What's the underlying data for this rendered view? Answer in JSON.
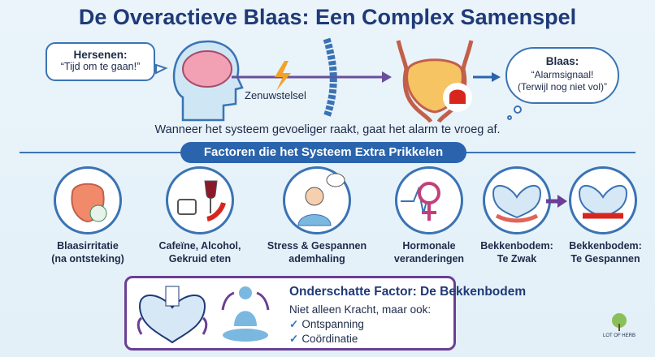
{
  "title": "De Overactieve Blaas: Een Complex Samenspel",
  "brain_bubble": {
    "heading": "Hersenen:",
    "text": "“Tijd om te gaan!”"
  },
  "nerve_label": "Zenuwstelsel",
  "bladder_bubble": {
    "heading": "Blaas:",
    "line1": "“Alarmsignaal!",
    "line2": "(Terwijl nog niet vol)”"
  },
  "caption": "Wanneer het systeem gevoeliger raakt, gaat het alarm te vroeg af.",
  "factors_heading": "Factoren die het Systeem Extra Prikkelen",
  "factors": [
    {
      "line1": "Blaasirritatie",
      "line2": "(na ontsteking)",
      "icon": "irritated-bladder-icon"
    },
    {
      "line1": "Cafeïne, Alcohol,",
      "line2": "Gekruid eten",
      "icon": "coffee-wine-pepper-icon"
    },
    {
      "line1": "Stress & Gespannen",
      "line2": "ademhaling",
      "icon": "stressed-person-icon"
    },
    {
      "line1": "Hormonale",
      "line2": "veranderingen",
      "icon": "female-hormone-icon"
    },
    {
      "line1": "Bekkenbodem:",
      "line2": "Te Zwak",
      "icon": "pelvis-weak-icon"
    },
    {
      "line1": "Bekkenbodem:",
      "line2": "Te Gespannen",
      "icon": "pelvis-tense-icon"
    }
  ],
  "box": {
    "heading": "Onderschatte Factor: De Bekkenbodem",
    "subtitle": "Niet alleen Kracht, maar ook:",
    "items": [
      "Ontspanning",
      "Coördinatie"
    ],
    "check": "✓"
  },
  "logo": "LOT OF HERB"
}
